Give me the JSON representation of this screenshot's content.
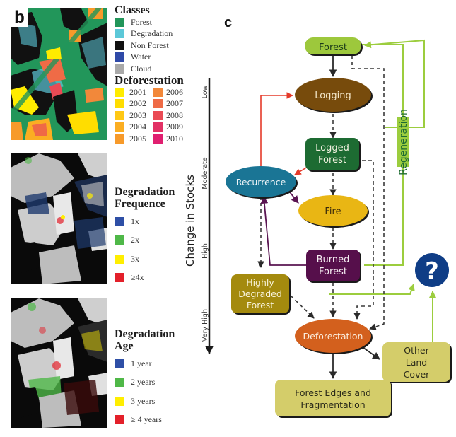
{
  "panel_b": {
    "label": "b",
    "classes_legend": {
      "title": "Classes",
      "items": [
        {
          "label": "Forest",
          "color": "#22965a"
        },
        {
          "label": "Degradation",
          "color": "#5cc8d8"
        },
        {
          "label": "Non Forest",
          "color": "#111111"
        },
        {
          "label": "Water",
          "color": "#2f4aa8"
        },
        {
          "label": "Cloud",
          "color": "#a9a9a9"
        }
      ]
    },
    "deforestation_legend": {
      "title": "Deforestation",
      "col1": [
        {
          "label": "2001",
          "color": "#ffec00"
        },
        {
          "label": "2002",
          "color": "#ffdd00"
        },
        {
          "label": "2003",
          "color": "#ffc814"
        },
        {
          "label": "2004",
          "color": "#fbae22"
        },
        {
          "label": "2005",
          "color": "#f79a2a"
        }
      ],
      "col2": [
        {
          "label": "2006",
          "color": "#f2883a"
        },
        {
          "label": "2007",
          "color": "#ef6b46"
        },
        {
          "label": "2008",
          "color": "#ea4b55"
        },
        {
          "label": "2009",
          "color": "#e23165"
        },
        {
          "label": "2010",
          "color": "#e01f70"
        }
      ]
    },
    "frequence_legend": {
      "title_line1": "Degradation",
      "title_line2": "Frequence",
      "items": [
        {
          "label": "1x",
          "color": "#2e4fa6"
        },
        {
          "label": "2x",
          "color": "#4fb848"
        },
        {
          "label": "3x",
          "color": "#ffee00"
        },
        {
          "label": "≥4x",
          "color": "#e3202a"
        }
      ]
    },
    "age_legend": {
      "title_line1": "Degradation",
      "title_line2": "Age",
      "items": [
        {
          "label": "1 year",
          "color": "#2e4fa6"
        },
        {
          "label": "2 years",
          "color": "#4fb848"
        },
        {
          "label": "3 years",
          "color": "#ffee00"
        },
        {
          "label": "≥ 4 years",
          "color": "#e3202a"
        }
      ]
    }
  },
  "panel_c": {
    "label": "c",
    "axis": {
      "title": "Change in Stocks",
      "levels": [
        "Low",
        "Moderate",
        "High",
        "Very High"
      ]
    },
    "nodes": {
      "forest": "Forest",
      "logging": "Logging",
      "logged_forest_1": "Logged",
      "logged_forest_2": "Forest",
      "recurrence": "Recurrence",
      "fire": "Fire",
      "burned_forest_1": "Burned",
      "burned_forest_2": "Forest",
      "highly_degraded_1": "Highly",
      "highly_degraded_2": "Degraded",
      "highly_degraded_3": "Forest",
      "deforestation": "Deforestation",
      "other_land_cover_1": "Other",
      "other_land_cover_2": "Land",
      "other_land_cover_3": "Cover",
      "forest_edges_1": "Forest Edges and",
      "forest_edges_2": "Fragmentation",
      "unknown": "?"
    },
    "regeneration_label": "Regeneration",
    "colors": {
      "forest": "#9dc83c",
      "logging": "#774b0c",
      "logged_forest": "#1d6b32",
      "recurrence": "#1a7595",
      "fire": "#e9b614",
      "burned_forest": "#560f4b",
      "highly_degraded": "#a48a0e",
      "deforestation": "#d3601d",
      "land_cover": "#d4cd6a",
      "unknown": "#0f3d86",
      "regeneration": "#9ccd3e",
      "red_arrow": "#e53a2a",
      "purple_arrow": "#5a1552",
      "black_arrow": "#2a2a2a"
    }
  }
}
